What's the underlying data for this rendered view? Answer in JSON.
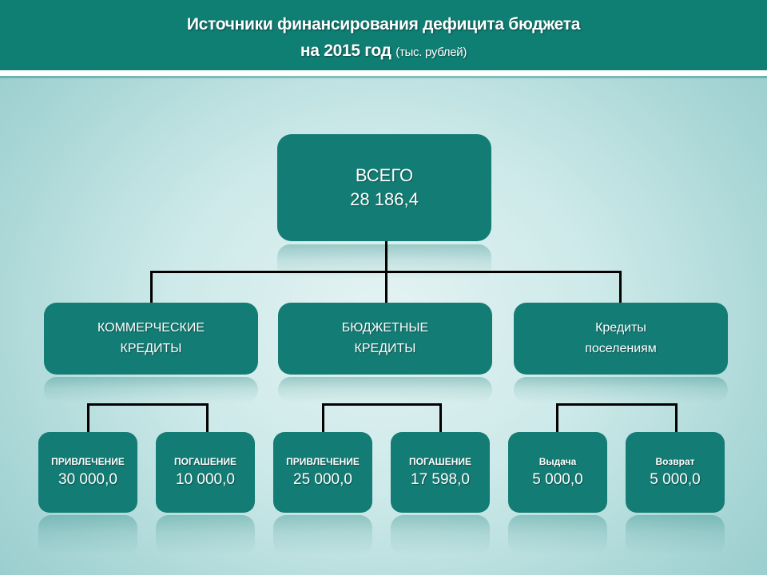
{
  "header": {
    "title_line1": "Источники финансирования дефицита бюджета",
    "title_line2": "на 2015 год",
    "unit": "(тыс. рублей)"
  },
  "total": {
    "label": "ВСЕГО",
    "value": "28 186,4"
  },
  "groups": [
    {
      "label_line1": "КОММЕРЧЕСКИЕ",
      "label_line2": "КРЕДИТЫ",
      "children": [
        {
          "label": "ПРИВЛЕЧЕНИЕ",
          "value": "30 000,0"
        },
        {
          "label": "ПОГАШЕНИЕ",
          "value": "10 000,0"
        }
      ]
    },
    {
      "label_line1": "БЮДЖЕТНЫЕ",
      "label_line2": "КРЕДИТЫ",
      "children": [
        {
          "label": "ПРИВЛЕЧЕНИЕ",
          "value": "25 000,0"
        },
        {
          "label": "ПОГАШЕНИЕ",
          "value": "17 598,0"
        }
      ]
    },
    {
      "label_line1": "Кредиты",
      "label_line2": "поселениям",
      "children": [
        {
          "label": "Выдача",
          "value": "5 000,0"
        },
        {
          "label": "Возврат",
          "value": "5 000,0"
        }
      ]
    }
  ],
  "colors": {
    "header": "#0f7f74",
    "box": "#137c74",
    "connector": "#000000",
    "text": "#ffffff"
  }
}
